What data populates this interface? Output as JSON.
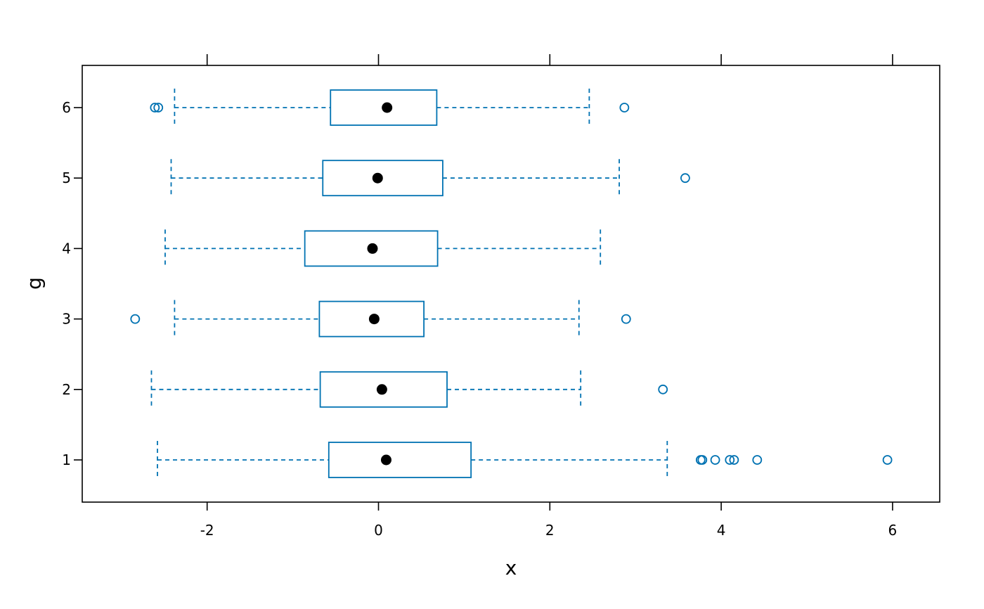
{
  "chart_data": {
    "type": "boxplot",
    "orientation": "horizontal",
    "xlabel": "x",
    "ylabel": "g",
    "xlim": [
      -3.45,
      6.55
    ],
    "ylim": [
      0.4,
      6.6
    ],
    "x_ticks": [
      -2,
      0,
      2,
      4,
      6
    ],
    "x_tick_labels": [
      "-2",
      "0",
      "2",
      "4",
      "6"
    ],
    "y_ticks": [
      1,
      2,
      3,
      4,
      5,
      6
    ],
    "y_tick_labels": [
      "1",
      "2",
      "3",
      "4",
      "5",
      "6"
    ],
    "grid": false,
    "box_color": "#0072B2",
    "median_color": "#000000",
    "groups": [
      {
        "category": "1",
        "whisker_low": -2.58,
        "q1": -0.58,
        "median": 0.09,
        "q3": 1.08,
        "whisker_high": 3.37,
        "outliers": [
          3.76,
          3.78,
          3.93,
          4.1,
          4.15,
          4.42,
          5.94
        ]
      },
      {
        "category": "2",
        "whisker_low": -2.65,
        "q1": -0.68,
        "median": 0.04,
        "q3": 0.8,
        "whisker_high": 2.36,
        "outliers": [
          3.32
        ]
      },
      {
        "category": "3",
        "whisker_low": -2.38,
        "q1": -0.69,
        "median": -0.05,
        "q3": 0.53,
        "whisker_high": 2.34,
        "outliers": [
          -2.84,
          2.89
        ]
      },
      {
        "category": "4",
        "whisker_low": -2.49,
        "q1": -0.86,
        "median": -0.07,
        "q3": 0.69,
        "whisker_high": 2.59,
        "outliers": []
      },
      {
        "category": "5",
        "whisker_low": -2.42,
        "q1": -0.65,
        "median": -0.01,
        "q3": 0.75,
        "whisker_high": 2.81,
        "outliers": [
          3.58
        ]
      },
      {
        "category": "6",
        "whisker_low": -2.38,
        "q1": -0.56,
        "median": 0.1,
        "q3": 0.68,
        "whisker_high": 2.46,
        "outliers": [
          -2.61,
          -2.57,
          2.87
        ]
      }
    ]
  }
}
